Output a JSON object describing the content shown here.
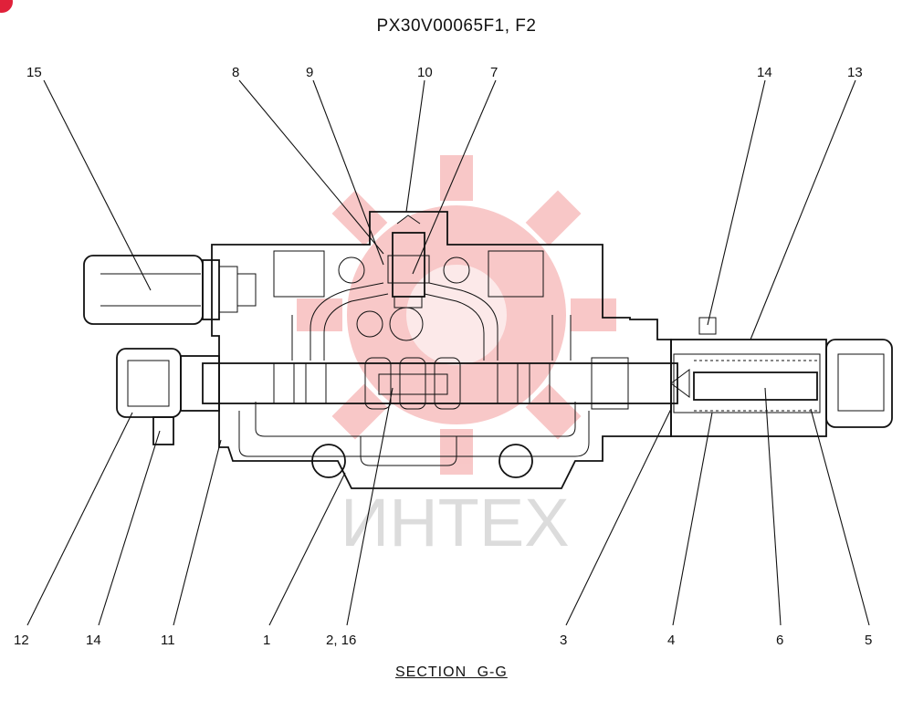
{
  "title": "PX30V00065F1, F2",
  "caption": "SECTION  G-G",
  "watermark": {
    "text": "ИНТЕХ",
    "color": "#f39a9a"
  },
  "corner_mark_color": "#e0213a",
  "callouts": {
    "top": [
      "15",
      "8",
      "9",
      "10",
      "7",
      "14",
      "13"
    ],
    "bottom": [
      "12",
      "14",
      "11",
      "1",
      "2, 16",
      "3",
      "4",
      "6",
      "5"
    ]
  }
}
